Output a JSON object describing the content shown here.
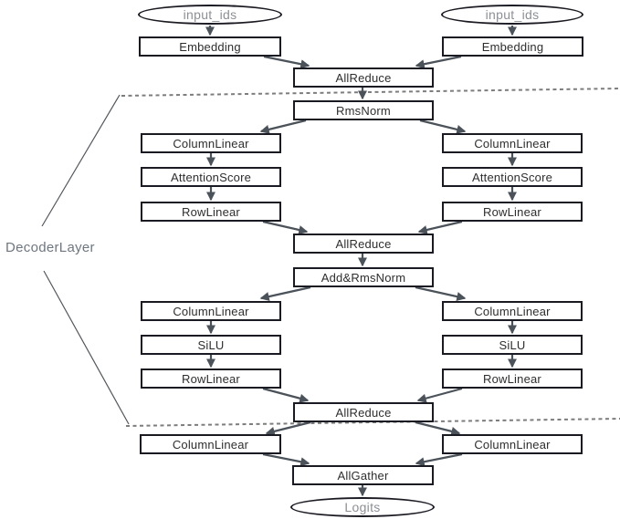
{
  "nodes": {
    "input_ids_left": "input_ids",
    "input_ids_right": "input_ids",
    "embedding_left": "Embedding",
    "embedding_right": "Embedding",
    "allreduce_embedding": "AllReduce",
    "rmsnorm": "RmsNorm",
    "column_linear_attn_left": "ColumnLinear",
    "column_linear_attn_right": "ColumnLinear",
    "attention_score_left": "AttentionScore",
    "attention_score_right": "AttentionScore",
    "row_linear_attn_left": "RowLinear",
    "row_linear_attn_right": "RowLinear",
    "allreduce_attn": "AllReduce",
    "add_rmsnorm": "Add&RmsNorm",
    "column_linear_mlp_left": "ColumnLinear",
    "column_linear_mlp_right": "ColumnLinear",
    "silu_left": "SiLU",
    "silu_right": "SiLU",
    "row_linear_mlp_left": "RowLinear",
    "row_linear_mlp_right": "RowLinear",
    "allreduce_mlp": "AllReduce",
    "column_linear_head_left": "ColumnLinear",
    "column_linear_head_right": "ColumnLinear",
    "allgather": "AllGather",
    "logits": "Logits"
  },
  "annotations": {
    "decoder_layer": "DecoderLayer"
  },
  "colors": {
    "background": "#ffffff",
    "box_border": "#1a1a22",
    "box_text": "#2e2e2e",
    "ellipse_text": "#8c9095",
    "decoder_label": "#6e7680",
    "arrow": "#4b525a",
    "dashed_line": "#7d7d7d",
    "bracket_line": "#52575c"
  }
}
